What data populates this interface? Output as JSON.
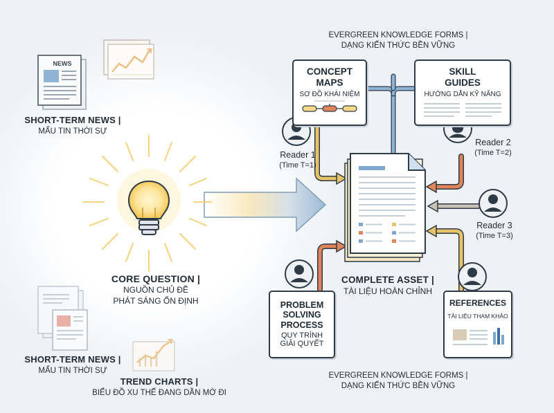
{
  "header_label": {
    "line1": "EVERGREEN KNOWLEDGE FORMS |",
    "line2": "DẠNG KIẾN THỨC BỀN VỮNG"
  },
  "footer_label": {
    "line1": "EVERGREEN KNOWLEDGE FORMS |",
    "line2": "DẠNG KIẾN THỨC BỀN VỮNG"
  },
  "news_top": {
    "badge": "NEWS",
    "title": "SHORT-TERM NEWS |",
    "subtitle": "MẨU TIN THỜI SỰ"
  },
  "news_bottom": {
    "title": "SHORT-TERM NEWS |",
    "subtitle": "MẨU TIN THỜI SỰ"
  },
  "trend": {
    "title": "TREND CHARTS |",
    "subtitle": "BIỂU ĐỒ XU THẾ ĐANG DẦN MỜ ĐI"
  },
  "core": {
    "title": "CORE QUESTION |",
    "line2": "NGUỒN CHỦ ĐỀ",
    "line3": "PHÁT SÁNG ỔN ĐỊNH"
  },
  "asset": {
    "title": "COMPLETE ASSET |",
    "subtitle": "TÀI LIỆU HOÀN CHỈNH"
  },
  "cards": {
    "concept": {
      "title1": "CONCEPT",
      "title2": "MAPS",
      "sub": "SƠ ĐỒ KHÁI NIỆM"
    },
    "skill": {
      "title1": "SKILL",
      "title2": "GUIDES",
      "sub": "HƯỚNG DẪN KỸ NĂNG"
    },
    "problem": {
      "title1": "PROBLEM",
      "title2": "SOLVING",
      "title3": "PROCESS",
      "sub1": "QUY TRÌNH",
      "sub2": "GIẢI QUYẾT"
    },
    "references": {
      "title": "REFERENCES",
      "sub": "TÀI LIỆU THAM KHẢO"
    }
  },
  "readers": [
    {
      "name": "Reader 1",
      "time": "(Time T=1)"
    },
    {
      "name": "Reader 2",
      "time": "(Time T=2)"
    },
    {
      "name": "Reader 3",
      "time": "(Time T=3)"
    }
  ],
  "colors": {
    "outline": "#2e3a46",
    "doc_blue": "#7fa7cc",
    "arrow_yellow": "#e7c46a",
    "arrow_orange": "#e0845a",
    "arrow_gray": "#c9c2b4",
    "arrow_blue": "#8fb5d6",
    "glow": "#f5d46a",
    "faded_red": "#e5998b"
  }
}
